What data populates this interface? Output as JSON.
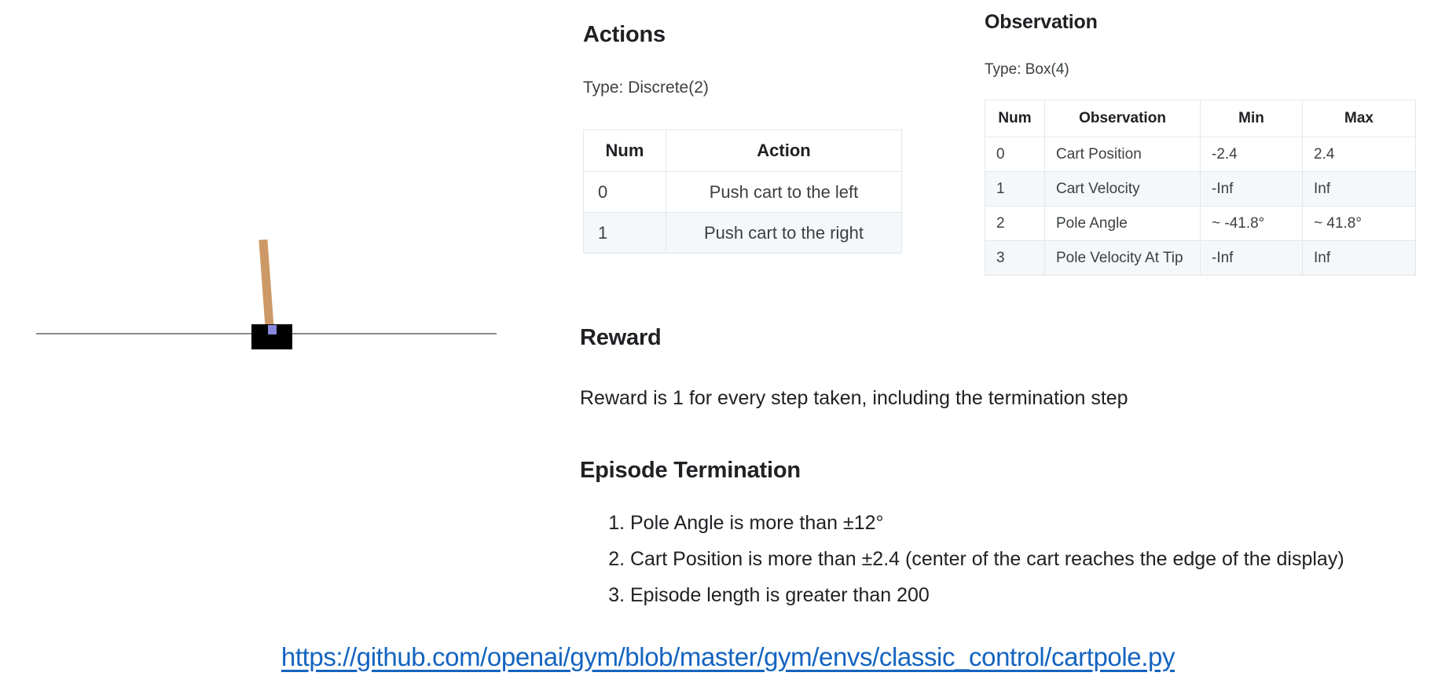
{
  "figure": {
    "name": "cartpole-illustration",
    "parts": {
      "cart": "black-cart",
      "pole": "tan-pole",
      "axle": "blue-axle",
      "track": "gray-track-line"
    },
    "colors": {
      "cart": "#000000",
      "pole": "#cc9966",
      "axle": "#8888dd",
      "track": "#8a8a8a"
    }
  },
  "actions": {
    "heading": "Actions",
    "type_line": "Type: Discrete(2)",
    "table": {
      "headers": [
        "Num",
        "Action"
      ],
      "rows": [
        {
          "num": "0",
          "action": "Push cart to the left"
        },
        {
          "num": "1",
          "action": "Push cart to the right"
        }
      ]
    }
  },
  "observation": {
    "heading": "Observation",
    "type_line": "Type: Box(4)",
    "table": {
      "headers": [
        "Num",
        "Observation",
        "Min",
        "Max"
      ],
      "rows": [
        {
          "num": "0",
          "name": "Cart Position",
          "min": "-2.4",
          "max": "2.4"
        },
        {
          "num": "1",
          "name": "Cart Velocity",
          "min": "-Inf",
          "max": "Inf"
        },
        {
          "num": "2",
          "name": "Pole Angle",
          "min": "~ -41.8°",
          "max": "~ 41.8°"
        },
        {
          "num": "3",
          "name": "Pole Velocity At Tip",
          "min": "-Inf",
          "max": "Inf"
        }
      ]
    }
  },
  "reward": {
    "heading": "Reward",
    "text": "Reward is 1 for every step taken, including the termination step"
  },
  "termination": {
    "heading": "Episode Termination",
    "items": [
      "Pole Angle is more than ±12°",
      "Cart Position is more than ±2.4 (center of the cart reaches the edge of the display)",
      "Episode length is greater than 200"
    ]
  },
  "source": {
    "link_text": "https://github.com/openai/gym/blob/master/gym/envs/classic_control/cartpole.py",
    "color": "#1464c0"
  },
  "table_style": {
    "border_color": "#e3e7ea",
    "stripe_color": "#f5f8fa"
  }
}
